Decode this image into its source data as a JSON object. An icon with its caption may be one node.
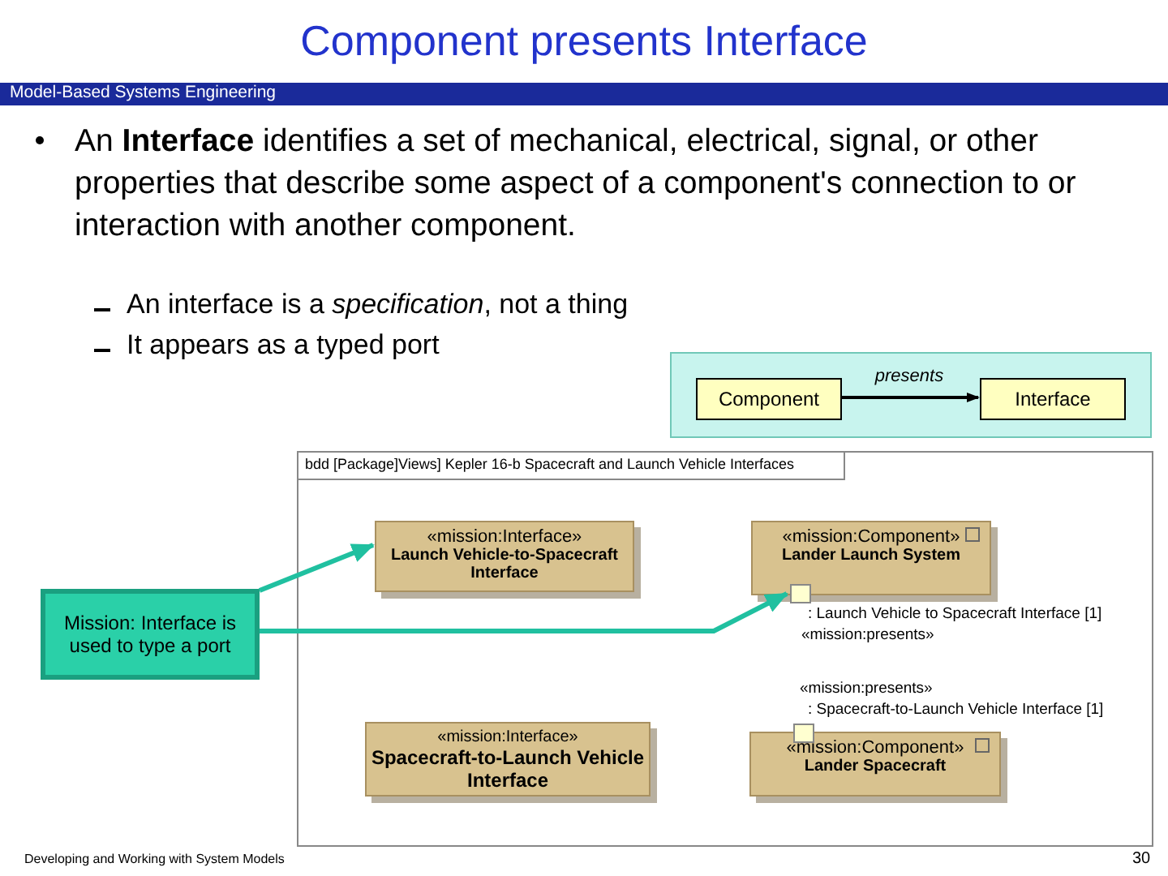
{
  "diagram": {
    "title": "Component presents Interface",
    "nodes": [
      {
        "text": [],
        "shape": "box"
      },
      {
        "text": [
          "Component"
        ],
        "in": 0
      },
      {
        "text": [
          "Interface"
        ],
        "in": 0
      },
      {
        "text": [
          "bdd [Package]Views] Kepler 16-b Spacecraft and Launch Vehicle Interfaces"
        ]
      },
      {
        "text": [
          "«mission:Interface»",
          "Launch Vehicle-to-Spacecraft Interface"
        ],
        "in": 3
      },
      {
        "text": [
          "«mission:Component»",
          "Lander  Launch System"
        ],
        "in": 3
      },
      {
        "text": [],
        "shape": "box",
        "in": 5,
        "beside": [
          ": Launch Vehicle to Spacecraft Interface [1]",
          "«mission:presents»"
        ]
      },
      {
        "text": [
          "«mission:Interface»",
          "Spacecraft-to-Launch Vehicle Interface"
        ],
        "in": 3
      },
      {
        "text": [
          "«mission:Component»",
          "Lander  Spacecraft"
        ],
        "in": 3
      },
      {
        "text": [],
        "shape": "box",
        "in": 8,
        "beside": [
          "«mission:presents»",
          ": Spacecraft-to-Launch Vehicle Interface [1]"
        ]
      },
      {
        "text": [
          "Mission: Interface is used to type a port"
        ]
      }
    ],
    "edges": [
      {
        "from": 1,
        "to": 2,
        "arrow": "to",
        "label": "presents",
        "color": "#000000"
      },
      {
        "from": 10,
        "to": 4,
        "arrow": "to"
      },
      {
        "from": 10,
        "to": 6,
        "arrow": "to"
      }
    ],
    "labels": [
      "Model-Based Systems Engineering",
      "An **Interface** identifies a set of mechanical, electrical, signal, or other properties that describe some aspect of a component's connection to or interaction with another component.",
      "An interface is a *specification*, not a thing",
      "It appears as a typed port",
      "Developing and Working with System Models",
      "30"
    ]
  }
}
